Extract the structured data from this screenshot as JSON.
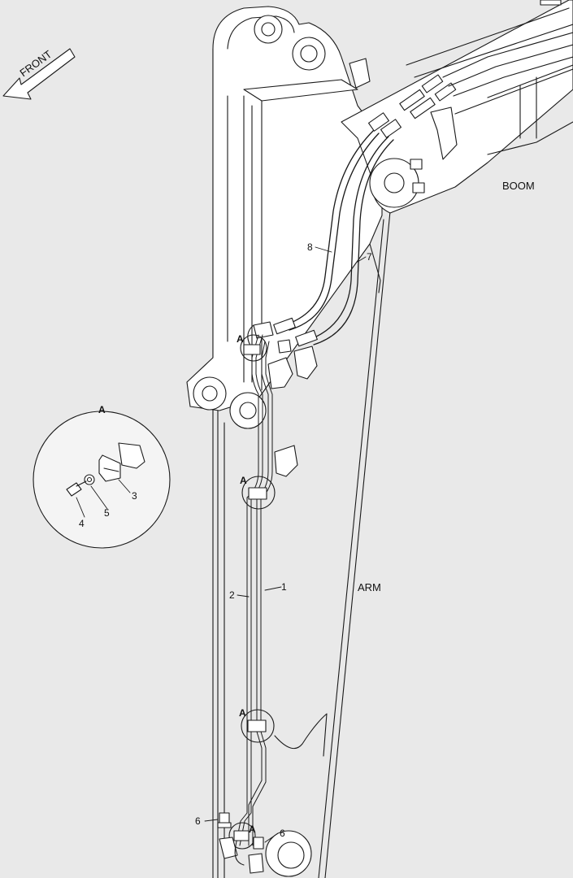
{
  "direction": {
    "label": "FRONT"
  },
  "sections": {
    "boom": "BOOM",
    "arm": "ARM"
  },
  "detail": {
    "title": "A"
  },
  "views": {
    "marker": "A"
  },
  "parts": {
    "p1": "1",
    "p2": "2",
    "p3": "3",
    "p4": "4",
    "p5": "5",
    "p6": "6",
    "p7": "7",
    "p8": "8"
  },
  "colors": {
    "background": "#e9e9e9",
    "line": "#1a1a1a",
    "fill": "#ffffff"
  }
}
